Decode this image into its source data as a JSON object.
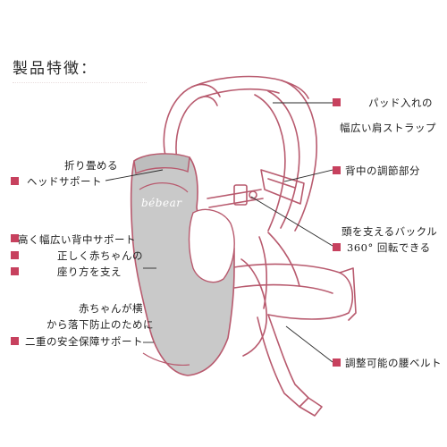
{
  "heading": "製品特徴：",
  "brand": {
    "name": "bébear"
  },
  "features_left": [
    {
      "lines": [
        "折り畳める",
        "ヘッドサポート"
      ]
    },
    {
      "lines": [
        "高く幅広い背中サポート",
        "正しく赤ちゃんの",
        "座り方を支え"
      ]
    },
    {
      "lines": [
        "赤ちゃんが横",
        "から落下防止のために",
        "二重の安全保障サポート"
      ]
    }
  ],
  "features_right": [
    {
      "lines": [
        "パッド入れの",
        "幅広い肩ストラップ"
      ]
    },
    {
      "lines": [
        "背中の調節部分"
      ]
    },
    {
      "lines": [
        "頭を支えるバックル",
        "360°  回転できる"
      ]
    },
    {
      "lines": [
        "調整可能の腰ベルト"
      ]
    }
  ],
  "colors": {
    "accent": "#c7415e",
    "outline": "#b85a6e",
    "panel_gray": "#c9c9c9",
    "text": "#1e1e1e"
  },
  "illustration": "baby-carrier-outline-drawing"
}
